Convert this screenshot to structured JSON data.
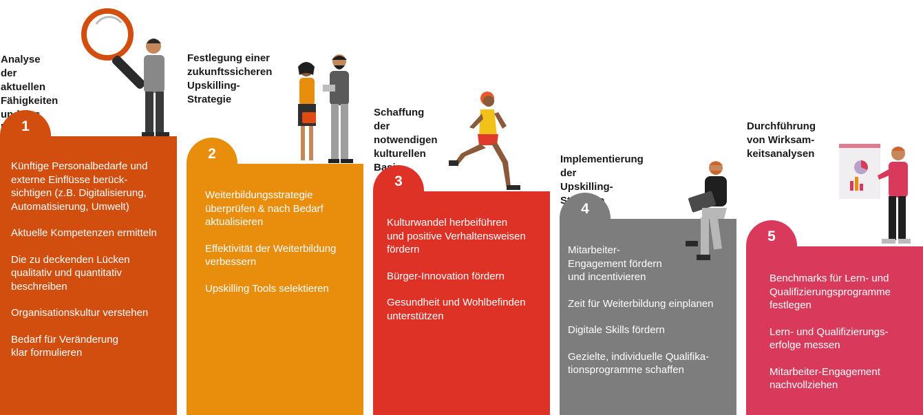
{
  "steps": [
    {
      "number": "1",
      "title": "Analyse der\naktuellen Fähigkeiten\nund des künftigen\nBedarfs",
      "color": "#d24e0e",
      "items": [
        "Künftige Personalbedarfe und\nexterne Einflüsse berück-\nsichtigen (z.B. Digitalisierung,\nAutomatisierung, Umwelt)",
        "Aktuelle Kompetenzen ermitteln",
        "Die zu deckenden Lücken\nqualitativ und quantitativ\nbeschreiben",
        "Organisationskultur verstehen",
        "Bedarf für Veränderung\nklar formulieren"
      ]
    },
    {
      "number": "2",
      "title": "Festlegung einer\nzukunftssicheren\nUpskilling-Strategie",
      "color": "#e88d0c",
      "items": [
        "Weiterbildungsstrategie\nüberprüfen & nach Bedarf\naktualisieren",
        "Effektivität der Weiterbildung\nverbessern",
        "Upskilling Tools selektieren"
      ]
    },
    {
      "number": "3",
      "title": "Schaffung der\nnotwendigen\nkulturellen Basis",
      "color": "#df3227",
      "items": [
        "Kulturwandel herbeiführen\nund positive Verhaltensweisen\nfördern",
        "Bürger-Innovation fördern",
        "Gesundheit und Wohlbefinden\nunterstützen"
      ]
    },
    {
      "number": "4",
      "title": "Implementierung der\nUpskilling-Strategie",
      "color": "#7d7d7d",
      "items": [
        "Mitarbeiter-\nEngagement fördern\nund incentivieren",
        "Zeit für Weiterbildung einplanen",
        "Digitale Skills fördern",
        "Gezielte, individuelle Qualifika-\ntionsprogramme schaffen"
      ]
    },
    {
      "number": "5",
      "title": "Durchführung von Wirksam-\nkeitsanalysen",
      "color": "#d93a5b",
      "items": [
        "Benchmarks für Lern- und\nQualifizierungsprogramme\nfestlegen",
        "Lern- und Qualifizierungs-\nerfolge messen",
        "Mitarbeiter-Engagement\nnachvollziehen"
      ]
    }
  ],
  "icons": [
    "magnifier-person-illustration",
    "business-people-illustration",
    "runner-illustration",
    "laptop-person-illustration",
    "presentation-person-illustration"
  ]
}
